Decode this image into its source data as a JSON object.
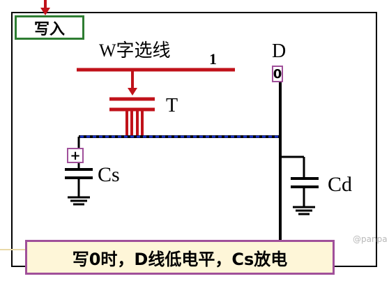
{
  "write_label": "写入",
  "word_line": {
    "label": "W字选线",
    "value": "1"
  },
  "transistor_label": "T",
  "bit_line": {
    "label": "D",
    "value": "0"
  },
  "storage_cap": {
    "label": "Cs",
    "polarity": "+"
  },
  "line_cap_label": "Cd",
  "caption": "写0时，D线低电平，Cs放电",
  "watermark": "@panpa",
  "colors": {
    "word_line": "#c0121a",
    "arrow": "#c0121a",
    "write_box_border": "#2e7d32",
    "tag_border": "#a0509a",
    "caption_bg": "#fef6d8",
    "discharge_dash": "#1a33cc",
    "wire": "#000000"
  }
}
